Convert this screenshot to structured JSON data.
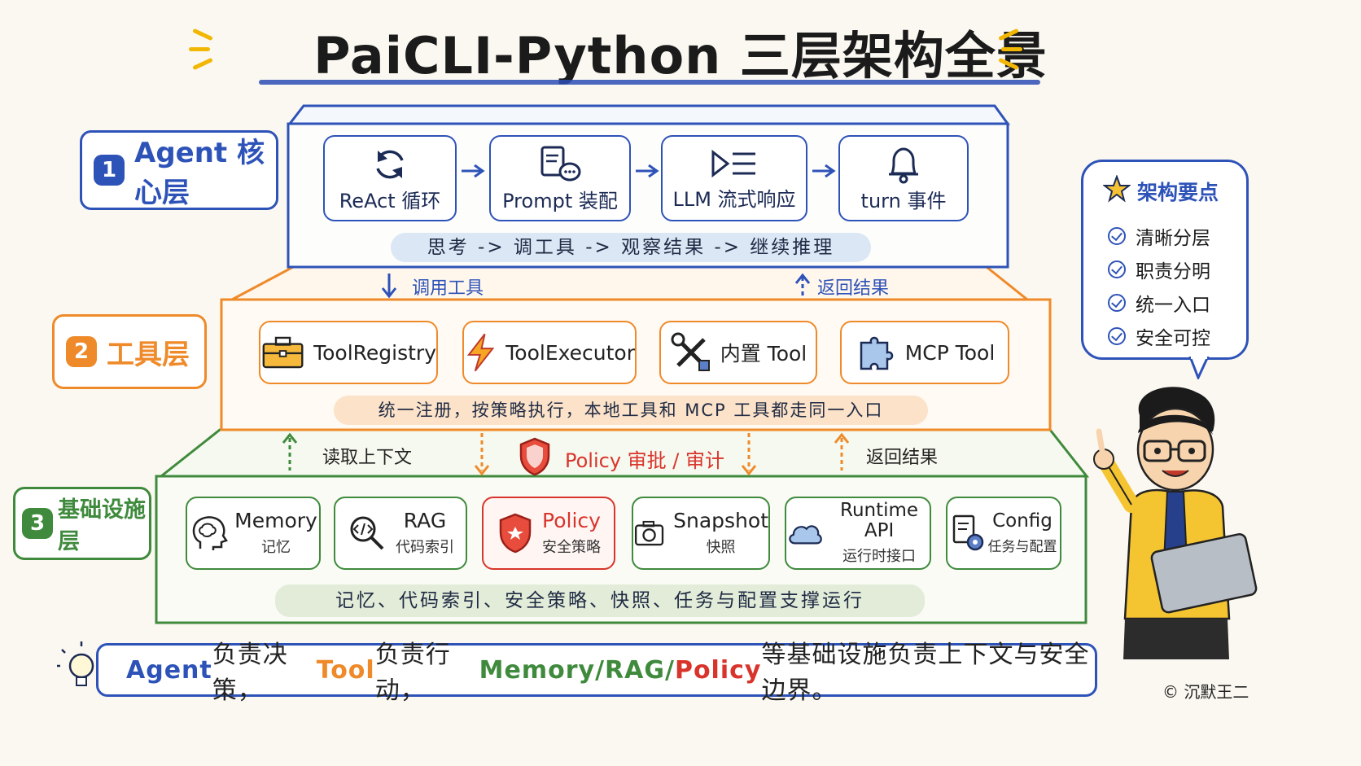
{
  "title": "PaiCLI-Python 三层架构全景",
  "colors": {
    "agent": "#2e53b8",
    "tool": "#ef8a2a",
    "infra": "#3f8a3c",
    "policy": "#d9342b"
  },
  "layers": {
    "agent": {
      "number": "1",
      "label": "Agent 核心层",
      "cards": [
        {
          "label": "ReAct 循环",
          "icon": "refresh-cycle-icon"
        },
        {
          "label": "Prompt 装配",
          "icon": "document-chat-icon"
        },
        {
          "label": "LLM 流式响应",
          "icon": "play-list-icon"
        },
        {
          "label": "turn 事件",
          "icon": "bell-icon"
        }
      ],
      "band": "思考 -> 调工具 -> 观察结果 -> 继续推理"
    },
    "tool": {
      "number": "2",
      "label": "工具层",
      "cards": [
        {
          "label": "ToolRegistry",
          "icon": "toolbox-icon"
        },
        {
          "label": "ToolExecutor",
          "icon": "lightning-icon"
        },
        {
          "label": "内置 Tool",
          "icon": "wrench-screwdriver-icon"
        },
        {
          "label": "MCP Tool",
          "icon": "puzzle-icon"
        }
      ],
      "band": "统一注册，按策略执行，本地工具和 MCP 工具都走同一入口"
    },
    "infra": {
      "number": "3",
      "label": "基础设施层",
      "cards": [
        {
          "label": "Memory",
          "sub": "记忆",
          "icon": "brain-head-icon"
        },
        {
          "label": "RAG",
          "sub": "代码索引",
          "icon": "code-search-icon"
        },
        {
          "label": "Policy",
          "sub": "安全策略",
          "icon": "shield-icon"
        },
        {
          "label": "Snapshot",
          "sub": "快照",
          "icon": "camera-icon"
        },
        {
          "label": "Runtime API",
          "sub": "运行时接口",
          "icon": "cloud-icon"
        },
        {
          "label": "Config",
          "sub": "任务与配置",
          "icon": "config-gear-icon"
        }
      ],
      "band": "记忆、代码索引、安全策略、快照、任务与配置支撑运行"
    }
  },
  "flows": {
    "call_tool": "调用工具",
    "return_result_top": "返回结果",
    "read_context": "读取上下文",
    "policy_review": "Policy 审批 / 审计",
    "return_result_bottom": "返回结果"
  },
  "key_points": {
    "title": "架构要点",
    "items": [
      "清晰分层",
      "职责分明",
      "统一入口",
      "安全可控"
    ]
  },
  "summary": {
    "agent": "Agent",
    "agent_role": " 负责决策，",
    "tool": "Tool",
    "tool_role": " 负责行动，",
    "memory_rag": "Memory/RAG/",
    "policy": "Policy",
    "infra_role": " 等基础设施负责上下文与安全边界。"
  },
  "copyright": "© 沉默王二"
}
